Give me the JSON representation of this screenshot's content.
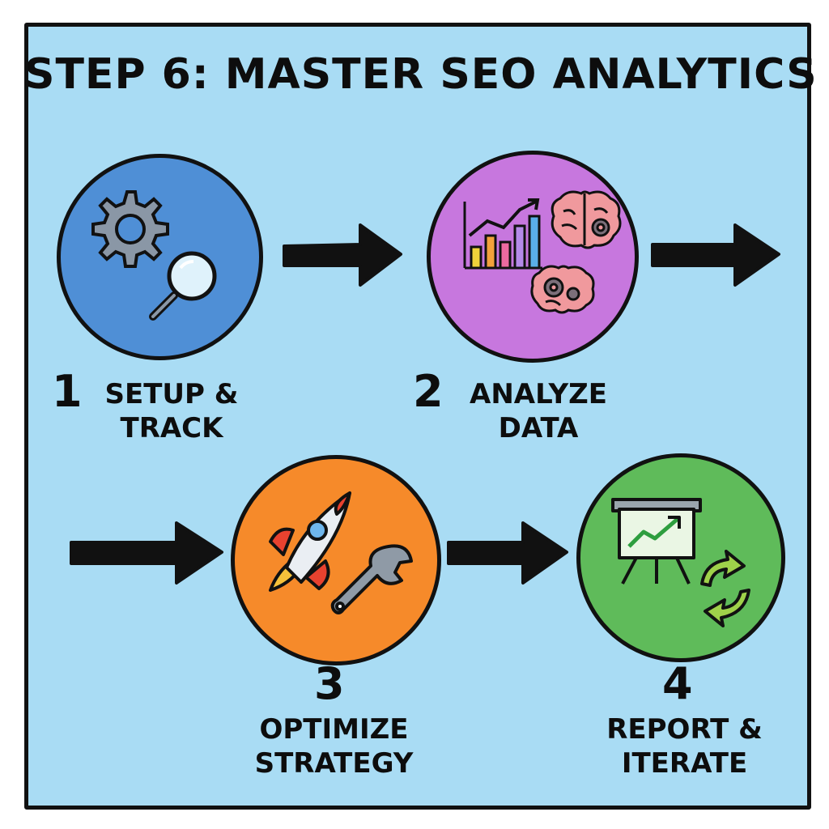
{
  "title": "STEP 6: MASTER SEO ANALYTICS",
  "steps": [
    {
      "number": "1",
      "line1": "SETUP &",
      "line2": "TRACK",
      "color": "#4f8fd6",
      "icons": [
        "gear-icon",
        "magnifier-icon"
      ]
    },
    {
      "number": "2",
      "line1": "ANALYZE",
      "line2": "DATA",
      "color": "#c777de",
      "icons": [
        "bar-chart-icon",
        "brain-gear-icon"
      ]
    },
    {
      "number": "3",
      "line1": "OPTIMIZE",
      "line2": "STRATEGY",
      "color": "#f68a2a",
      "icons": [
        "rocket-icon",
        "wrench-icon"
      ]
    },
    {
      "number": "4",
      "line1": "REPORT &",
      "line2": "ITERATE",
      "color": "#5fbb5a",
      "icons": [
        "presentation-board-icon",
        "refresh-cycle-icon"
      ]
    }
  ],
  "colors": {
    "background": "#a9dcf4",
    "outline": "#111111"
  }
}
